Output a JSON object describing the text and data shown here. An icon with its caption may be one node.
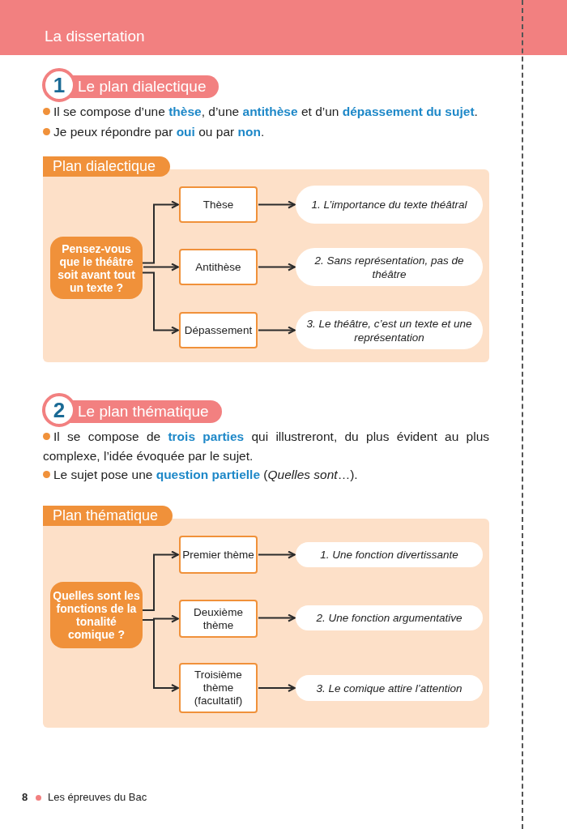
{
  "diagram": {
    "title": "La dissertation",
    "nodes": [
      {
        "text": [
          "Plan dialectique"
        ]
      },
      {
        "text": [
          "Pensez-vous que le théâtre soit avant tout un texte ?"
        ],
        "in": 0
      },
      {
        "text": [
          "Thèse"
        ],
        "in": 0
      },
      {
        "text": [
          "Antithèse"
        ],
        "in": 0
      },
      {
        "text": [
          "Dépassement"
        ],
        "in": 0
      },
      {
        "text": [
          "1. L’importance du texte théâtral"
        ],
        "in": 0
      },
      {
        "text": [
          "2. Sans représentation, pas de théâtre"
        ],
        "in": 0
      },
      {
        "text": [
          "3. Le théâtre, c’est un texte et une représentation"
        ],
        "in": 0
      },
      {
        "text": [
          "Plan thématique"
        ]
      },
      {
        "text": [
          "Quelles sont les fonctions de la tonalité comique ?"
        ],
        "in": 8
      },
      {
        "text": [
          "Premier thème"
        ],
        "in": 8
      },
      {
        "text": [
          "Deuxième thème"
        ],
        "in": 8
      },
      {
        "text": [
          "Troisième thème (facultatif)"
        ],
        "in": 8
      },
      {
        "text": [
          "1. Une fonction divertissante"
        ],
        "in": 8
      },
      {
        "text": [
          "2. Une fonction argumentative"
        ],
        "in": 8
      },
      {
        "text": [
          "3. Le comique attire l’attention"
        ],
        "in": 8
      }
    ],
    "edges": [
      {
        "from": 1,
        "to": 2,
        "arrow": "to"
      },
      {
        "from": 1,
        "to": 3,
        "arrow": "to"
      },
      {
        "from": 1,
        "to": 4,
        "arrow": "to"
      },
      {
        "from": 2,
        "to": 5,
        "arrow": "to"
      },
      {
        "from": 3,
        "to": 6,
        "arrow": "to"
      },
      {
        "from": 4,
        "to": 7,
        "arrow": "to"
      },
      {
        "from": 9,
        "to": 10,
        "arrow": "to"
      },
      {
        "from": 9,
        "to": 11,
        "arrow": "to"
      },
      {
        "from": 9,
        "to": 12,
        "arrow": "to"
      },
      {
        "from": 10,
        "to": 13,
        "arrow": "to"
      },
      {
        "from": 11,
        "to": 14,
        "arrow": "to"
      },
      {
        "from": 12,
        "to": 15,
        "arrow": "to"
      }
    ],
    "labels": [
      "1",
      "Le plan dialectique",
      "Il se compose d’une **thèse**, d’une **antithèse** et d’un **dépassement du sujet**.",
      "Je peux répondre par **oui** ou par **non**.",
      "2",
      "Le plan thématique",
      "Il se compose de **trois parties** qui illustreront, du plus évident au plus complexe, l’idée évoquée par le sujet.",
      "Le sujet pose une **question partielle** (*Quelles sont*…).",
      "8",
      "Les épreuves du Bac"
    ]
  }
}
